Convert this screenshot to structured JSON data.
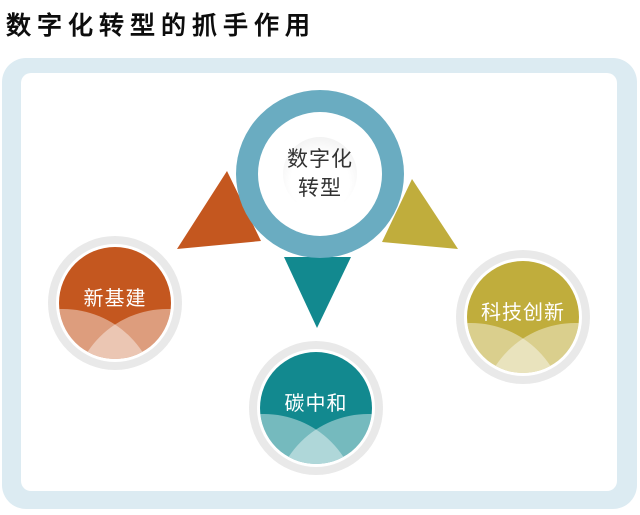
{
  "title": "数字化转型的抓手作用",
  "panel": {
    "border_color": "#dcebf2"
  },
  "center_node": {
    "label_line1": "数字化",
    "label_line2": "转型",
    "ring_color": "#6aacc1",
    "text_color": "#333333"
  },
  "nodes": [
    {
      "label": "新基建",
      "color": "#c4571f",
      "position": "left"
    },
    {
      "label": "碳中和",
      "color": "#12898f",
      "position": "bottom"
    },
    {
      "label": "科技创新",
      "color": "#c0ad3c",
      "position": "right"
    }
  ]
}
